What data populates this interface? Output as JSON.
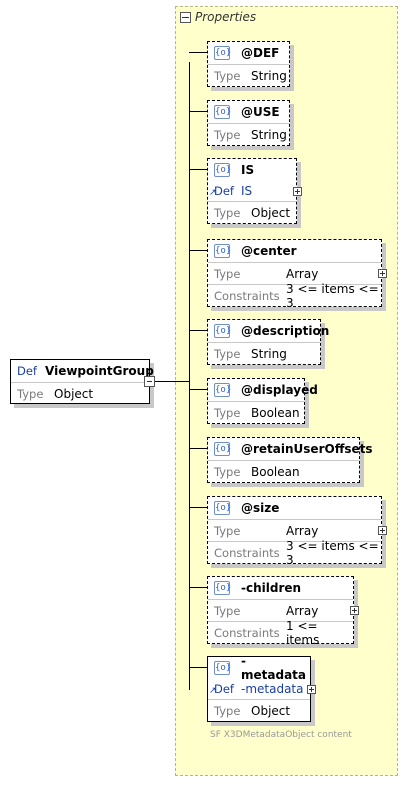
{
  "root": {
    "def_key": "Def",
    "name": "ViewpointGroup",
    "type_key": "Type",
    "type_value": "Object"
  },
  "properties_label": "Properties",
  "items": [
    {
      "name": "@DEF",
      "rows": [
        {
          "k": "Type",
          "v": "String"
        }
      ]
    },
    {
      "name": "@USE",
      "rows": [
        {
          "k": "Type",
          "v": "String"
        }
      ]
    },
    {
      "name": "IS",
      "def_key": "Def",
      "def_value": "IS",
      "rows": [
        {
          "k": "Type",
          "v": "Object"
        }
      ]
    },
    {
      "name": "@center",
      "rows": [
        {
          "k": "Type",
          "v": "Array"
        },
        {
          "k": "Constraints",
          "v": "3 <= items <= 3"
        }
      ]
    },
    {
      "name": "@description",
      "rows": [
        {
          "k": "Type",
          "v": "String"
        }
      ]
    },
    {
      "name": "@displayed",
      "rows": [
        {
          "k": "Type",
          "v": "Boolean"
        }
      ]
    },
    {
      "name": "@retainUserOffsets",
      "rows": [
        {
          "k": "Type",
          "v": "Boolean"
        }
      ]
    },
    {
      "name": "@size",
      "rows": [
        {
          "k": "Type",
          "v": "Array"
        },
        {
          "k": "Constraints",
          "v": "3 <= items <= 3"
        }
      ]
    },
    {
      "name": "-children",
      "rows": [
        {
          "k": "Type",
          "v": "Array"
        },
        {
          "k": "Constraints",
          "v": "1 <= items"
        }
      ]
    },
    {
      "name": "-metadata",
      "def_key": "Def",
      "def_value": "-metadata",
      "rows": [
        {
          "k": "Type",
          "v": "Object"
        }
      ]
    }
  ],
  "footnote": "SF X3DMetadataObject content",
  "icon_glyph": "{o}"
}
